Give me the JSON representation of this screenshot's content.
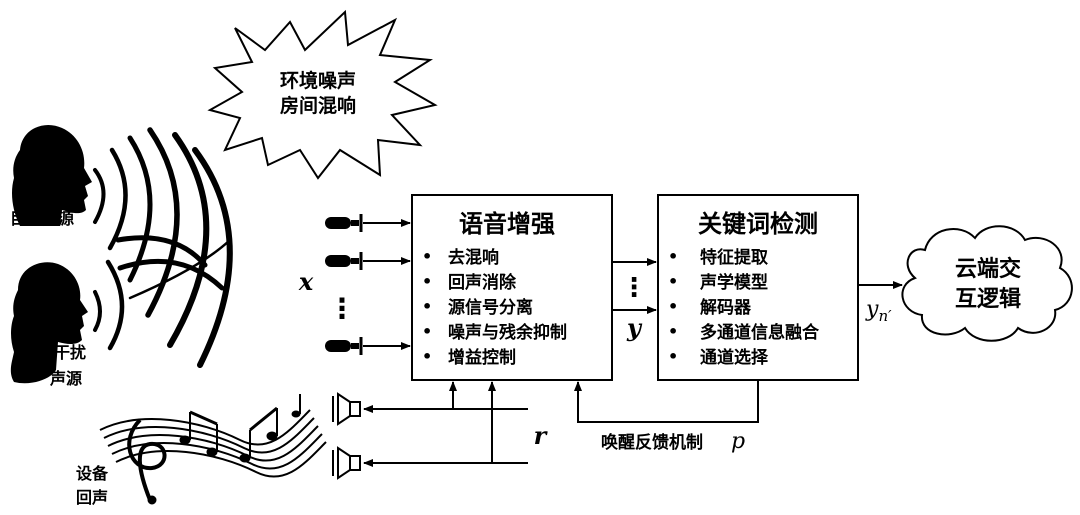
{
  "noise_burst": {
    "line1": "环境噪声",
    "line2": "房间混响"
  },
  "sources": {
    "target": "目标声源",
    "interferer_line1": "干扰",
    "interferer_line2": "声源",
    "echo_line1": "设备",
    "echo_line2": "回声"
  },
  "signals": {
    "x": "x",
    "y": "y",
    "r": "r",
    "p": "p",
    "y_out_base": "y",
    "y_out_sub": "n′"
  },
  "enhancement": {
    "title": "语音增强",
    "items": [
      "去混响",
      "回声消除",
      "源信号分离",
      "噪声与残余抑制",
      "增益控制"
    ]
  },
  "kws": {
    "title": "关键词检测",
    "items": [
      "特征提取",
      "声学模型",
      "解码器",
      "多通道信息融合",
      "通道选择"
    ]
  },
  "feedback": {
    "label": "唤醒反馈机制"
  },
  "cloud": {
    "line1": "云端交",
    "line2": "互逻辑"
  },
  "vertical_dots": "⋮",
  "bullet": "•"
}
